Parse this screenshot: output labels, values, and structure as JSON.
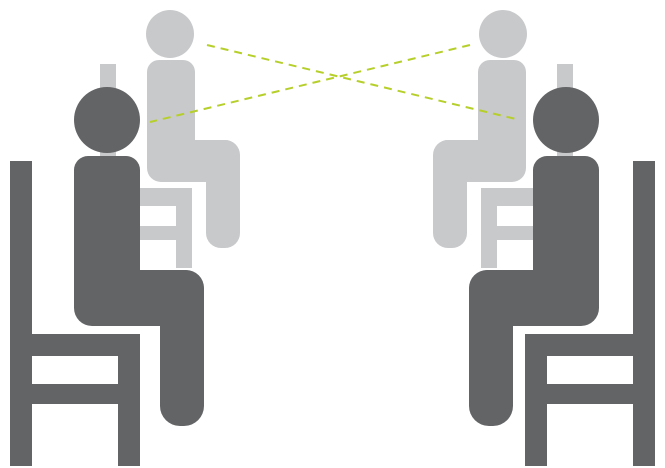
{
  "colors": {
    "background": "#ffffff",
    "front_figure": "#636466",
    "back_figure": "#c8c9cb",
    "sightline": "#b7cf2a"
  },
  "figures": {
    "front_left": {
      "icon": "seated-person-icon",
      "facing": "right",
      "depth": "front"
    },
    "front_right": {
      "icon": "seated-person-icon",
      "facing": "left",
      "depth": "front"
    },
    "back_left": {
      "icon": "seated-person-icon",
      "facing": "right",
      "depth": "back"
    },
    "back_right": {
      "icon": "seated-person-icon",
      "facing": "left",
      "depth": "back"
    }
  },
  "sightlines": {
    "style": "dashed",
    "pattern": "crossing"
  }
}
